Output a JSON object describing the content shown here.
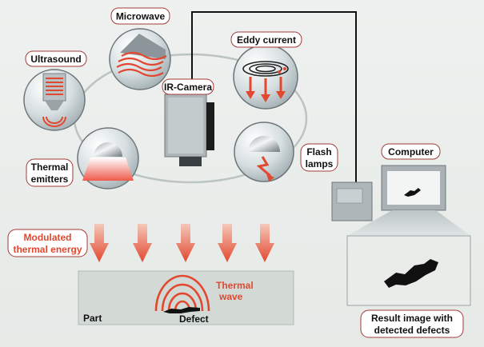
{
  "labels": {
    "microwave": "Microwave",
    "eddy_current": "Eddy current",
    "ultrasound": "Ultrasound",
    "ir_camera": "IR-Camera",
    "flash_lamps_1": "Flash",
    "flash_lamps_2": "lamps",
    "thermal_emitters_1": "Thermal",
    "thermal_emitters_2": "emitters",
    "computer": "Computer",
    "modulated_1": "Modulated",
    "modulated_2": "thermal energy",
    "thermal_wave_1": "Thermal",
    "thermal_wave_2": "wave",
    "defect": "Defect",
    "part": "Part",
    "result_1": "Result image with",
    "result_2": "detected defects"
  },
  "colors": {
    "accent": "#e2482f",
    "label_border": "#a23a3a",
    "panel": "#d3dad6"
  }
}
